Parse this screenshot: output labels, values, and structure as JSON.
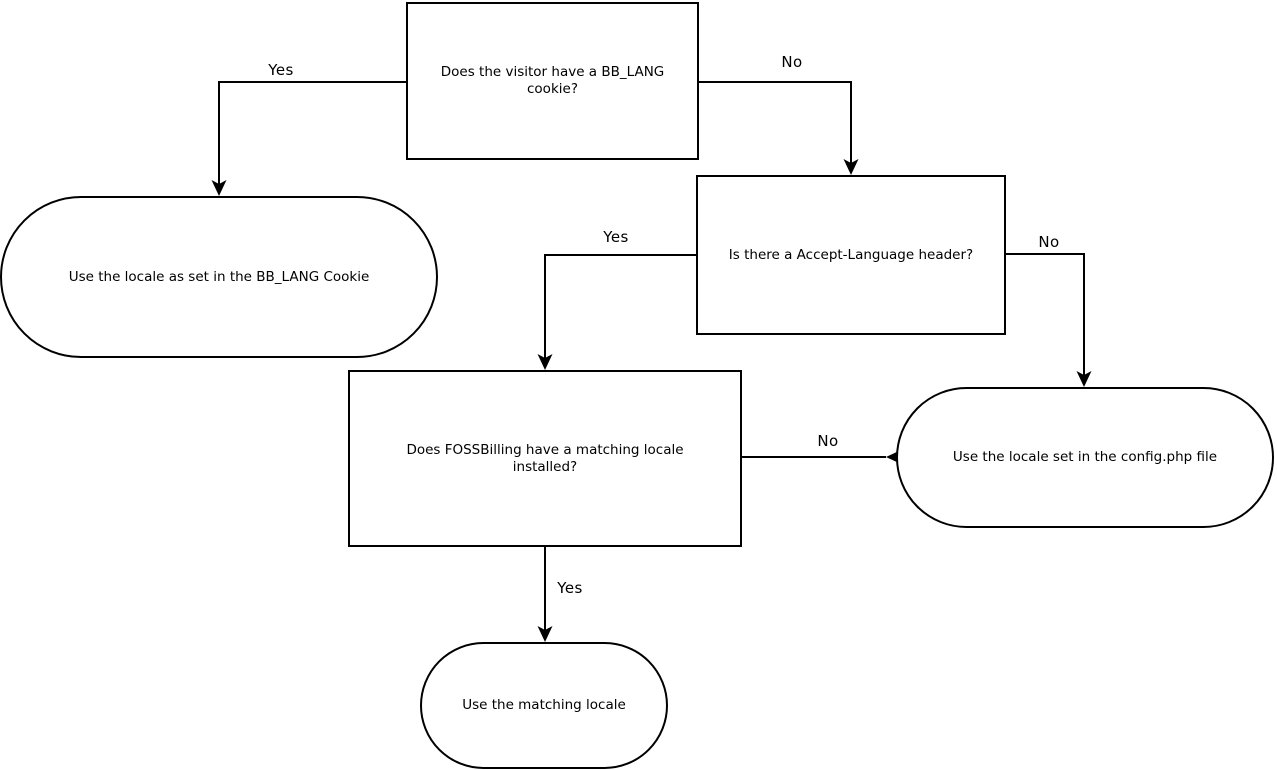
{
  "diagram": {
    "type": "flowchart",
    "colors": {
      "background": "#ffffff",
      "node_fill": "#ffffff",
      "line": "#000000",
      "text": "#000000"
    },
    "nodes": {
      "cookie_question": {
        "shape": "rectangle",
        "label": "Does the visitor have a BB_LANG cookie?"
      },
      "cookie_result": {
        "shape": "stadium",
        "label": "Use the locale as set in the BB_LANG Cookie"
      },
      "header_question": {
        "shape": "rectangle",
        "label": "Is there a Accept-Language header?"
      },
      "matching_question": {
        "shape": "rectangle",
        "label": "Does FOSSBilling have a matching locale installed?"
      },
      "config_result": {
        "shape": "stadium",
        "label": "Use the locale set in the config.php file"
      },
      "matching_result": {
        "shape": "stadium",
        "label": "Use the matching locale"
      }
    },
    "edges": {
      "cookie_yes": {
        "from": "cookie_question",
        "to": "cookie_result",
        "label": "Yes"
      },
      "cookie_no": {
        "from": "cookie_question",
        "to": "header_question",
        "label": "No"
      },
      "header_yes": {
        "from": "header_question",
        "to": "matching_question",
        "label": "Yes"
      },
      "header_no": {
        "from": "header_question",
        "to": "config_result",
        "label": "No"
      },
      "matching_no": {
        "from": "matching_question",
        "to": "config_result",
        "label": "No"
      },
      "matching_yes": {
        "from": "matching_question",
        "to": "matching_result",
        "label": "Yes"
      }
    }
  }
}
